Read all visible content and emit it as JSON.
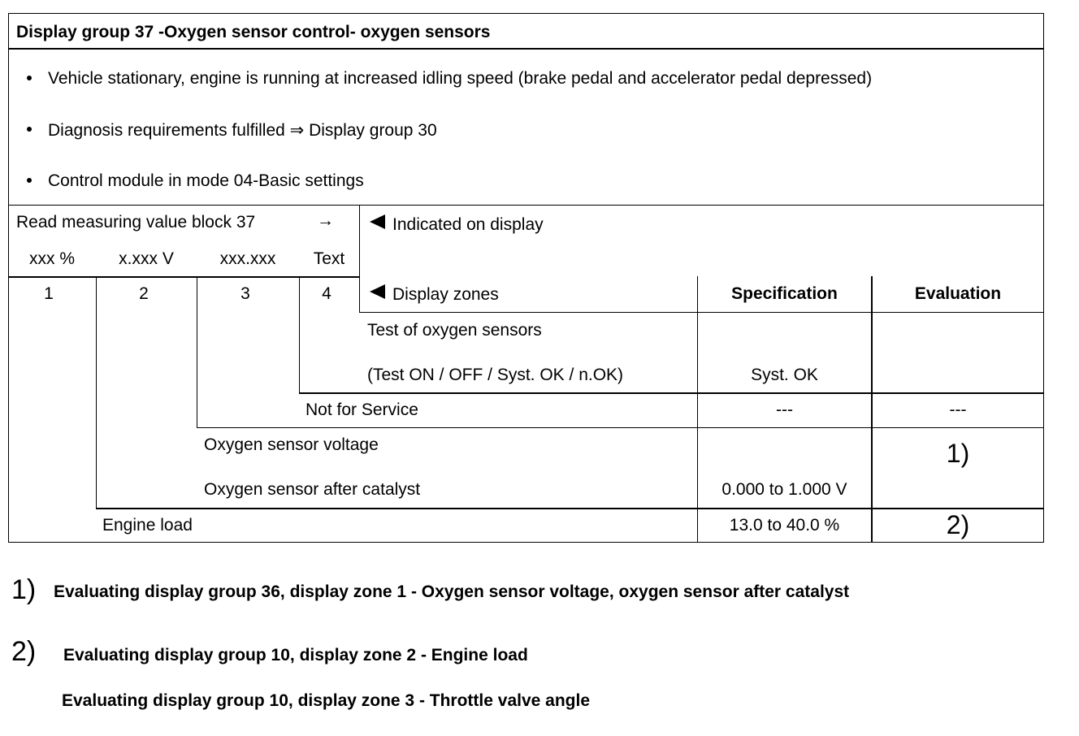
{
  "title": "Display group 37 -Oxygen sensor control- oxygen sensors",
  "conditions": [
    "Vehicle stationary, engine is running at increased idling speed (brake pedal and accelerator pedal depressed)",
    "Diagnosis requirements fulfilled ⇒ Display group 30",
    "Control module in mode 04-Basic settings"
  ],
  "block": {
    "label": "Read measuring value block 37",
    "arrow": "→",
    "units": [
      "xxx %",
      "x.xxx V",
      "xxx.xxx",
      "Text"
    ],
    "zones": [
      "1",
      "2",
      "3",
      "4"
    ]
  },
  "indicated_label": "Indicated on display",
  "zones_label": "Display zones",
  "spec_header": "Specification",
  "eval_header": "Evaluation",
  "rows": {
    "r4": {
      "label1": "Test of oxygen sensors",
      "label2": "(Test ON / OFF / Syst. OK / n.OK)",
      "spec": "Syst. OK",
      "eval": ""
    },
    "r3": {
      "label": "Not for Service",
      "spec": "---",
      "eval": "---"
    },
    "r2": {
      "label1": "Oxygen sensor voltage",
      "label2": "Oxygen sensor after catalyst",
      "spec": "0.000 to 1.000 V",
      "eval": "1)"
    },
    "r1": {
      "label": "Engine load",
      "spec": "13.0 to 40.0 %",
      "eval": "2)"
    }
  },
  "notes": [
    {
      "marker": "1)",
      "lines": [
        "Evaluating display group 36, display zone 1 - Oxygen sensor voltage, oxygen sensor after catalyst"
      ]
    },
    {
      "marker": "2)",
      "lines": [
        "Evaluating display group 10, display zone 2 - Engine load",
        "Evaluating display group 10, display zone 3 - Throttle valve angle"
      ]
    }
  ]
}
